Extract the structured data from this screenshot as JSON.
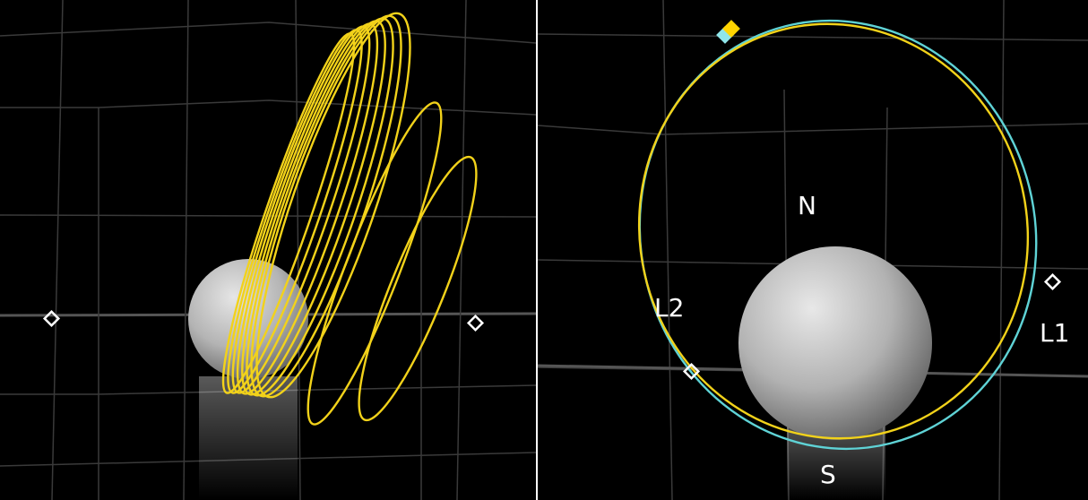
{
  "colors": {
    "background": "#000000",
    "divider": "#ffffff",
    "grid": "#3a3a3a",
    "orbit_yellow": "#f2d21a",
    "orbit_cyan": "#5fd3d6",
    "marker_yellow": "#ffd400",
    "marker_cyan": "#8fe6ea",
    "lagrange_marker": "#ffffff",
    "moon_light": "#e3e3e3",
    "moon_dark": "#6e6e6e",
    "label": "#ffffff"
  },
  "left_panel": {
    "markers": [
      "lagrange-point-diamond",
      "lagrange-point-diamond"
    ]
  },
  "right_panel": {
    "labels": {
      "north": "N",
      "south": "S",
      "l2": "L2",
      "l1": "L1"
    }
  }
}
